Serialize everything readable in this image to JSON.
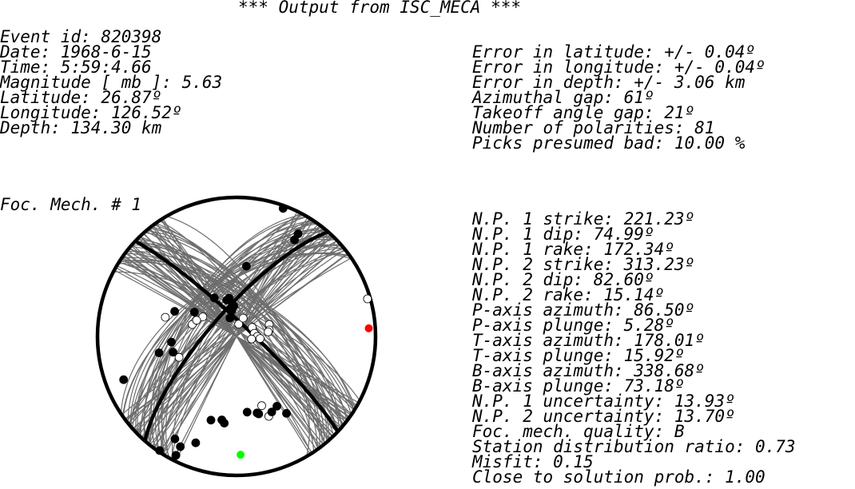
{
  "header": {
    "title": "*** Output from ISC_MECA ***"
  },
  "event": {
    "id": "Event id: 820398",
    "date": "Date: 1968-6-15",
    "time": "Time: 5:59:4.66",
    "magnitude": "Magnitude [ mb ]: 5.63",
    "latitude": "Latitude: 26.87º",
    "longitude": "Longitude: 126.52º",
    "depth": "Depth: 134.30 km"
  },
  "errors": {
    "lat": "Error in latitude: +/- 0.04º",
    "lon": "Error in longitude: +/- 0.04º",
    "depth": "Error in depth: +/- 3.06 km",
    "azgap": "Azimuthal gap: 61º",
    "takeoff": "Takeoff angle gap: 21º",
    "npol": "Number of polarities: 81",
    "bad": "Picks presumed bad: 10.00 %"
  },
  "mechanism": {
    "label": "Foc. Mech. # 1",
    "np1_strike": 221.23,
    "np1_dip": 74.99,
    "np1_rake": 172.34,
    "np2_strike": 313.23,
    "np2_dip": 82.6,
    "np2_rake": 15.14,
    "p_azimuth": 86.5,
    "p_plunge": 5.28,
    "t_azimuth": 178.01,
    "t_plunge": 15.92,
    "b_azimuth": 338.68,
    "b_plunge": 73.18,
    "lines": [
      "N.P. 1 strike: 221.23º",
      "N.P. 1 dip: 74.99º",
      "N.P. 1 rake: 172.34º",
      "N.P. 2 strike: 313.23º",
      "N.P. 2 dip: 82.60º",
      "N.P. 2 rake: 15.14º",
      "P-axis azimuth: 86.50º",
      "P-axis plunge: 5.28º",
      "T-axis azimuth: 178.01º",
      "T-axis plunge: 15.92º",
      "B-axis azimuth: 338.68º",
      "B-axis plunge: 73.18º",
      "N.P. 1 uncertainty: 13.93º",
      "N.P. 2 uncertainty: 13.70º",
      "Foc. mech. quality: B",
      "Station distribution ratio: 0.73",
      "Misfit: 0.15",
      "Close to solution prob.: 1.00"
    ]
  },
  "plot": {
    "colors": {
      "outline": "#000000",
      "planes": "#000000",
      "alt_planes": "#6e6e6e",
      "compression": "#000000",
      "dilatation": "#ffffff",
      "p_axis": "#ff0000",
      "t_axis": "#00ff00"
    },
    "alt_plane_count": 60,
    "compressions": [
      {
        "az": 20,
        "r": 0.98
      },
      {
        "az": 31,
        "r": 0.86
      },
      {
        "az": 31,
        "r": 0.81
      },
      {
        "az": 8,
        "r": 0.51
      },
      {
        "az": 349,
        "r": 0.28
      },
      {
        "az": 345,
        "r": 0.27
      },
      {
        "az": 355,
        "r": 0.22
      },
      {
        "az": 330,
        "r": 0.32
      },
      {
        "az": 350,
        "r": 0.19
      },
      {
        "az": 300,
        "r": 0.35
      },
      {
        "az": 292,
        "r": 0.48
      },
      {
        "az": 265,
        "r": 0.47
      },
      {
        "az": 258,
        "r": 0.57
      },
      {
        "az": 256,
        "r": 0.47
      },
      {
        "az": 249,
        "r": 0.87
      },
      {
        "az": 197,
        "r": 0.63
      },
      {
        "az": 201,
        "r": 0.82
      },
      {
        "az": 207,
        "r": 0.96
      },
      {
        "az": 207,
        "r": 0.89
      },
      {
        "az": 214,
        "r": 0.99
      },
      {
        "az": 211,
        "r": 0.86
      },
      {
        "az": 188,
        "r": 0.63
      },
      {
        "az": 190,
        "r": 0.61
      },
      {
        "az": 172,
        "r": 0.55
      },
      {
        "az": 165,
        "r": 0.57
      },
      {
        "az": 164,
        "r": 0.58
      },
      {
        "az": 155,
        "r": 0.6
      },
      {
        "az": 150,
        "r": 0.58
      },
      {
        "az": 147,
        "r": 0.66
      },
      {
        "az": 340,
        "r": 0.14
      }
    ],
    "dilatations": [
      {
        "az": 74,
        "r": 0.98
      },
      {
        "az": 285,
        "r": 0.53
      },
      {
        "az": 285,
        "r": 0.33
      },
      {
        "az": 300,
        "r": 0.28
      },
      {
        "az": 292,
        "r": 0.31
      },
      {
        "az": 250,
        "r": 0.44
      },
      {
        "az": 10,
        "r": 0.09
      },
      {
        "az": 20,
        "r": 0.14
      },
      {
        "az": 60,
        "r": 0.13
      },
      {
        "az": 80,
        "r": 0.13
      },
      {
        "az": 90,
        "r": 0.15
      },
      {
        "az": 100,
        "r": 0.11
      },
      {
        "az": 70,
        "r": 0.25
      },
      {
        "az": 79,
        "r": 0.24
      },
      {
        "az": 82,
        "r": 0.23
      },
      {
        "az": 95,
        "r": 0.17
      },
      {
        "az": 160,
        "r": 0.53
      },
      {
        "az": 158,
        "r": 0.62
      }
    ]
  }
}
